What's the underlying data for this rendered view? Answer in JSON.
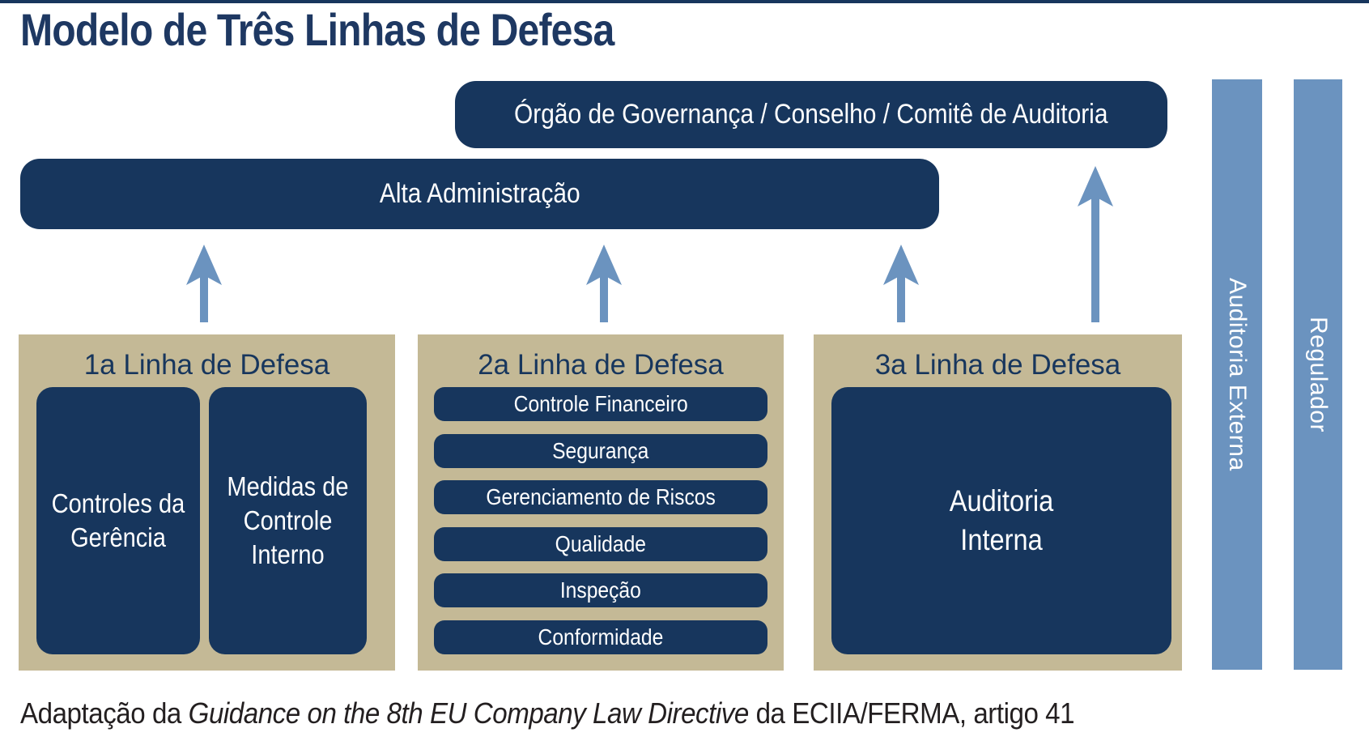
{
  "title": "Modelo de Três Linhas de Defesa",
  "governance_box": "Órgão de Governança / Conselho / Comitê de Auditoria",
  "management_box": "Alta Administração",
  "columns": [
    {
      "title": "1a Linha de Defesa",
      "boxes": [
        "Controles da Gerência",
        "Medidas de Controle Interno"
      ]
    },
    {
      "title": "2a Linha de Defesa",
      "boxes": [
        "Controle Financeiro",
        "Segurança",
        "Gerenciamento de Riscos",
        "Qualidade",
        "Inspeção",
        "Conformidade"
      ]
    },
    {
      "title": "3a Linha de Defesa",
      "boxes": [
        "Auditoria Interna"
      ]
    }
  ],
  "side_bars": [
    {
      "label": "Auditoria Externa"
    },
    {
      "label": "Regulador"
    }
  ],
  "footer": {
    "prefix": "Adaptação da ",
    "italic": "Guidance on the 8th EU Company Law Directive",
    "suffix": " da ECIIA/FERMA, artigo 41"
  },
  "colors": {
    "navy": "#17365d",
    "tan": "#c4b996",
    "blue": "#6b93bf",
    "title_navy": "#1e3862",
    "footer_text": "#231f20"
  }
}
